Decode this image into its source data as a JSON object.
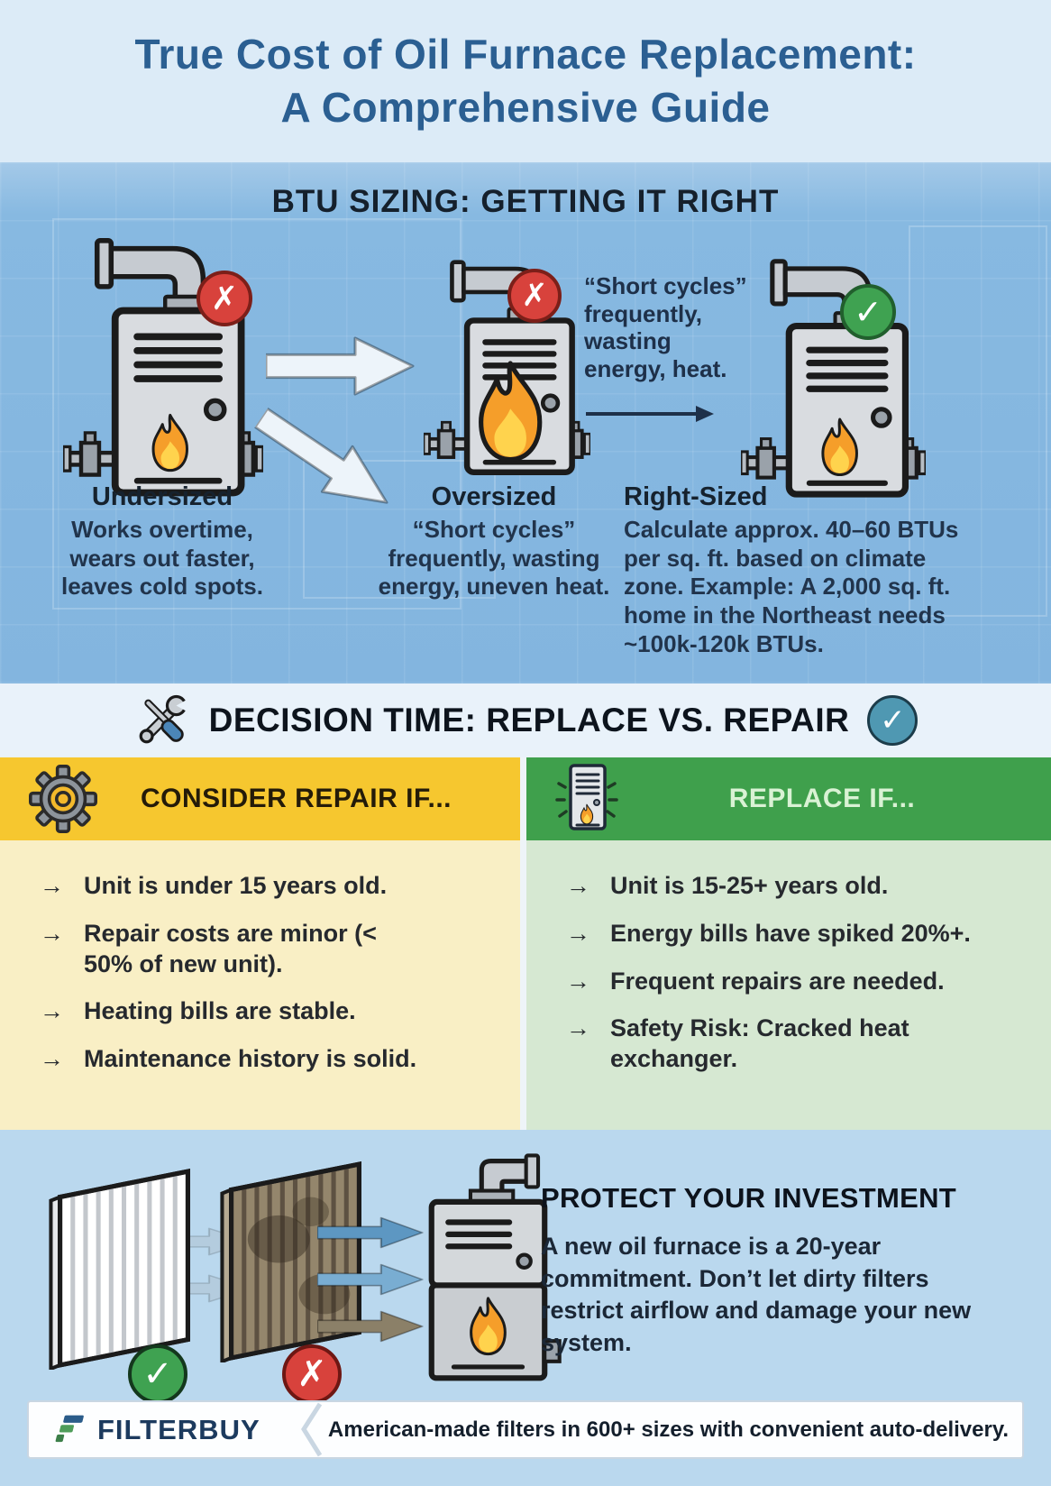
{
  "title": {
    "line1": "True Cost of Oil Furnace Replacement:",
    "line2": "A Comprehensive Guide"
  },
  "btu": {
    "heading": "BTU SIZING: GETTING IT RIGHT",
    "callout": "“Short cycles” frequently, wasting energy, heat.",
    "undersized": {
      "label": "Undersized",
      "desc": "Works overtime, wears out faster, leaves cold spots."
    },
    "oversized": {
      "label": "Oversized",
      "desc": "“Short cycles” frequently, wasting energy, uneven heat."
    },
    "rightsized": {
      "label": "Right-Sized",
      "desc": "Calculate approx. 40–60 BTUs per sq. ft. based on climate zone. Example: A 2,000 sq. ft. home in the Northeast needs ~100k-120k BTUs."
    }
  },
  "decision": {
    "heading": "DECISION TIME: REPLACE VS. REPAIR"
  },
  "repair": {
    "heading": "CONSIDER REPAIR IF...",
    "items": [
      "Unit is under 15 years old.",
      "Repair costs are minor (< 50% of new unit).",
      "Heating bills are stable.",
      "Maintenance history is solid."
    ]
  },
  "replace": {
    "heading": "REPLACE IF...",
    "items": [
      "Unit is 15-25+ years old.",
      "Energy bills have spiked 20%+.",
      "Frequent repairs are needed.",
      "Safety Risk: Cracked heat exchanger."
    ]
  },
  "protect": {
    "heading": "PROTECT YOUR INVESTMENT",
    "body": "A new oil furnace is a 20-year commitment. Don’t let dirty filters restrict airflow and damage your new system."
  },
  "footer": {
    "brand": "FILTERBUY",
    "tagline": "American-made filters in 600+ sizes with convenient auto-delivery."
  },
  "glyphs": {
    "bullet": "→",
    "x_badge": "✗",
    "check_badge": "✓"
  },
  "colors": {
    "accent_yellow": "#f6c72f",
    "accent_green": "#3fa04c",
    "brand_navy": "#1c3a5e",
    "sky_blue": "#87b9e1",
    "error_red": "#d8423c",
    "ok_green": "#3fa251",
    "teal": "#4f98b2"
  }
}
